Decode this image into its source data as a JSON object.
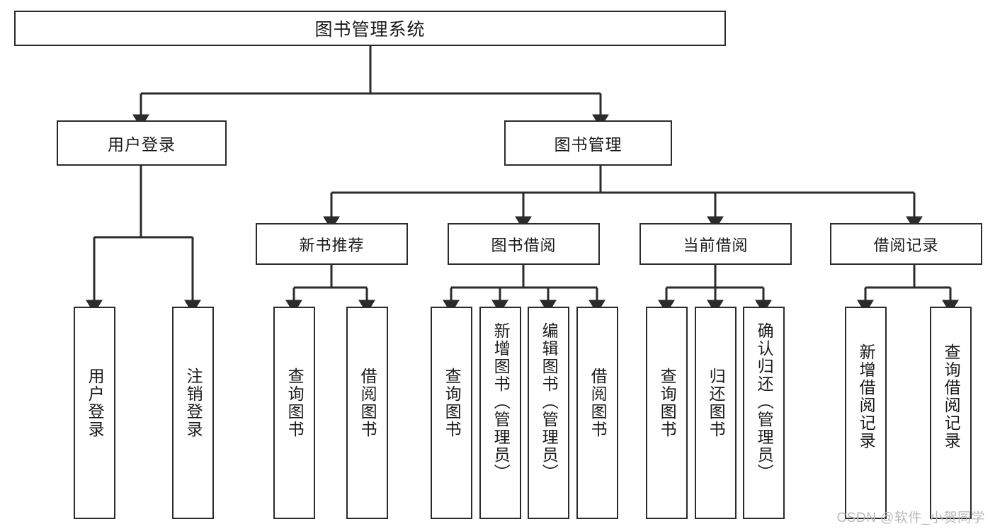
{
  "diagram": {
    "title": "图书管理系统",
    "type": "tree-hierarchy-chart",
    "root": {
      "label": "图书管理系统"
    },
    "level1": [
      {
        "label": "用户登录"
      },
      {
        "label": "图书管理"
      }
    ],
    "level2": [
      {
        "label": "新书推荐"
      },
      {
        "label": "图书借阅"
      },
      {
        "label": "当前借阅"
      },
      {
        "label": "借阅记录"
      }
    ],
    "leaves": {
      "user_login": [
        {
          "label": "用户登录"
        },
        {
          "label": "注销登录"
        }
      ],
      "new_book_recommend": [
        {
          "label": "查询图书"
        },
        {
          "label": "借阅图书"
        }
      ],
      "book_borrow": [
        {
          "label": "查询图书"
        },
        {
          "label": "新增图书（管理员）"
        },
        {
          "label": "编辑图书（管理员）"
        },
        {
          "label": "借阅图书"
        }
      ],
      "current_borrow": [
        {
          "label": "查询图书"
        },
        {
          "label": "归还图书"
        },
        {
          "label": "确认归还（管理员）"
        }
      ],
      "borrow_record": [
        {
          "label": "新增借阅记录"
        },
        {
          "label": "查询借阅记录"
        }
      ]
    }
  },
  "watermark": {
    "text": "CSDN @软件_小贺同学"
  },
  "colors": {
    "background": "#ffffff",
    "node_border": "#2b2b2b",
    "node_fill": "#ffffff",
    "text": "#1a1a1a",
    "edge": "#2b2b2b",
    "watermark": "#b9b9b9"
  }
}
